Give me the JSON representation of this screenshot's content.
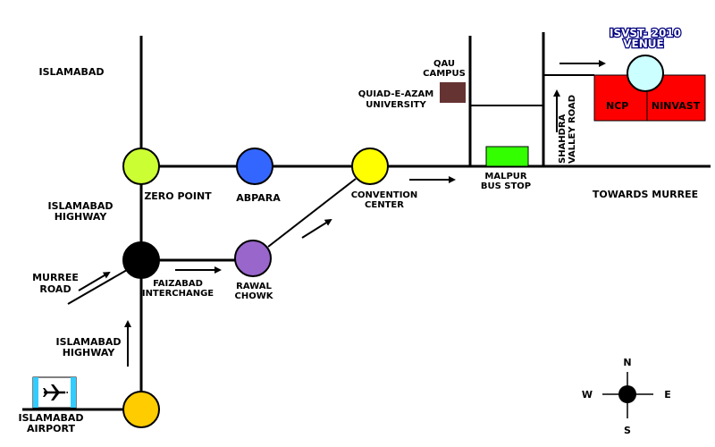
{
  "region_label": "ISLAMABAD",
  "venue": {
    "title_line1": "ISVST- 2010",
    "title_line2": "VENUE",
    "buildings": [
      {
        "label": "NCP",
        "color": "#ff0000"
      },
      {
        "label": "NINVAST",
        "color": "#ff0000"
      }
    ],
    "marker_color": "#ccffff"
  },
  "landmarks": {
    "qau_campus": {
      "line1": "QAU",
      "line2": "CAMPUS"
    },
    "quaid_university": {
      "line1": "QUIAD-E-AZAM",
      "line2": "UNIVERSITY",
      "color": "#663333"
    },
    "malpur_bus_stop": {
      "line1": "MALPUR",
      "line2": "BUS STOP",
      "color": "#33ff00"
    }
  },
  "roads": {
    "islamabad_highway_upper": {
      "line1": "ISLAMABAD",
      "line2": "HIGHWAY"
    },
    "islamabad_highway_lower": {
      "line1": "ISLAMABAD",
      "line2": "HIGHWAY"
    },
    "shahdra_valley_road": {
      "line1": "SHAHDRA",
      "line2": "VALLEY ROAD"
    },
    "towards_murree": "TOWARDS MURREE",
    "murree_road": {
      "line1": "MURREE",
      "line2": "ROAD"
    },
    "faizabad_interchange": {
      "line1": "FAIZABAD",
      "line2": "INTERCHANGE"
    }
  },
  "nodes": [
    {
      "id": "zero_point",
      "line1": "ZERO POINT",
      "line2": "",
      "color": "#ccff33"
    },
    {
      "id": "abpara",
      "line1": "ABPARA",
      "line2": "",
      "color": "#3366ff"
    },
    {
      "id": "convention_center",
      "line1": "CONVENTION",
      "line2": "CENTER",
      "color": "#ffff00"
    },
    {
      "id": "faizabad",
      "line1": "",
      "line2": "",
      "color": "#000000"
    },
    {
      "id": "rawal_chowk",
      "line1": "RAWAL",
      "line2": "CHOWK",
      "color": "#9966cc"
    },
    {
      "id": "airport_junction",
      "line1": "",
      "line2": "",
      "color": "#ffcc00"
    }
  ],
  "airport": {
    "line1": "ISLAMABAD",
    "line2": "AIRPORT",
    "icon": "airplane-icon",
    "frame_color": "#33ccff"
  },
  "compass": {
    "n": "N",
    "s": "S",
    "e": "E",
    "w": "W"
  }
}
